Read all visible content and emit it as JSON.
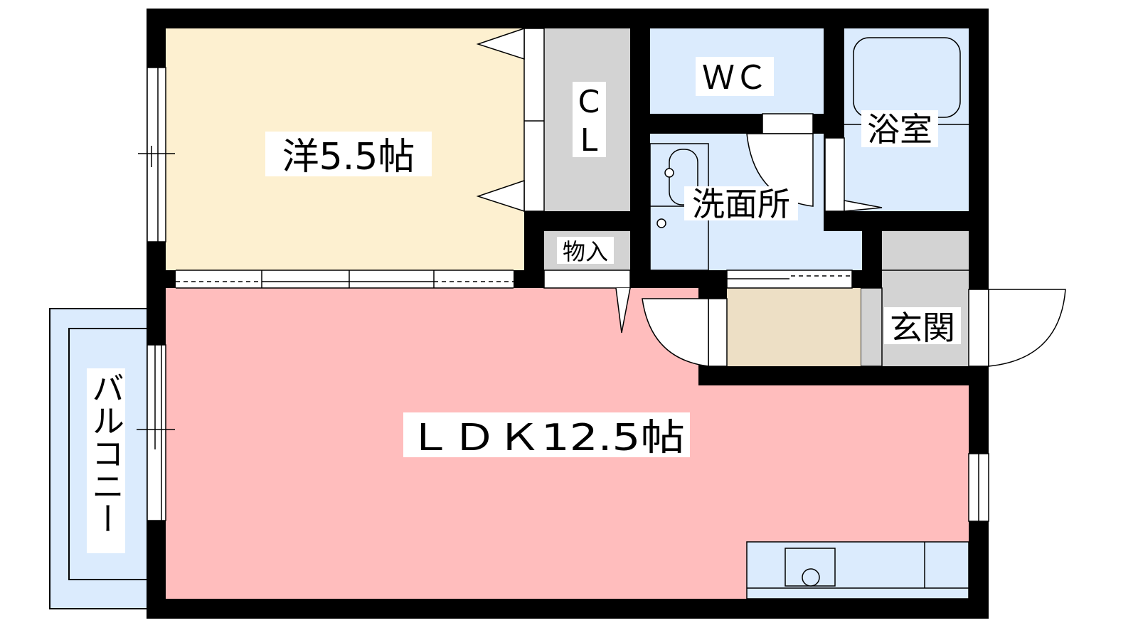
{
  "plan": {
    "rooms": {
      "western": "洋5.5帖",
      "closet_c": "C",
      "closet_l": "L",
      "storage": "物入",
      "wc": "ＷＣ",
      "bath": "浴室",
      "washroom": "洗面所",
      "entrance": "玄関",
      "ldk": "ＬＤＫ12.5帖",
      "balcony": "バルコニー"
    },
    "colors": {
      "western": "#fdf0d0",
      "ldk": "#ffbdbd",
      "wet": "#dbebfd",
      "closet": "#d3d3d3",
      "floor_beige": "#eddfc5",
      "wall": "#000000"
    }
  }
}
